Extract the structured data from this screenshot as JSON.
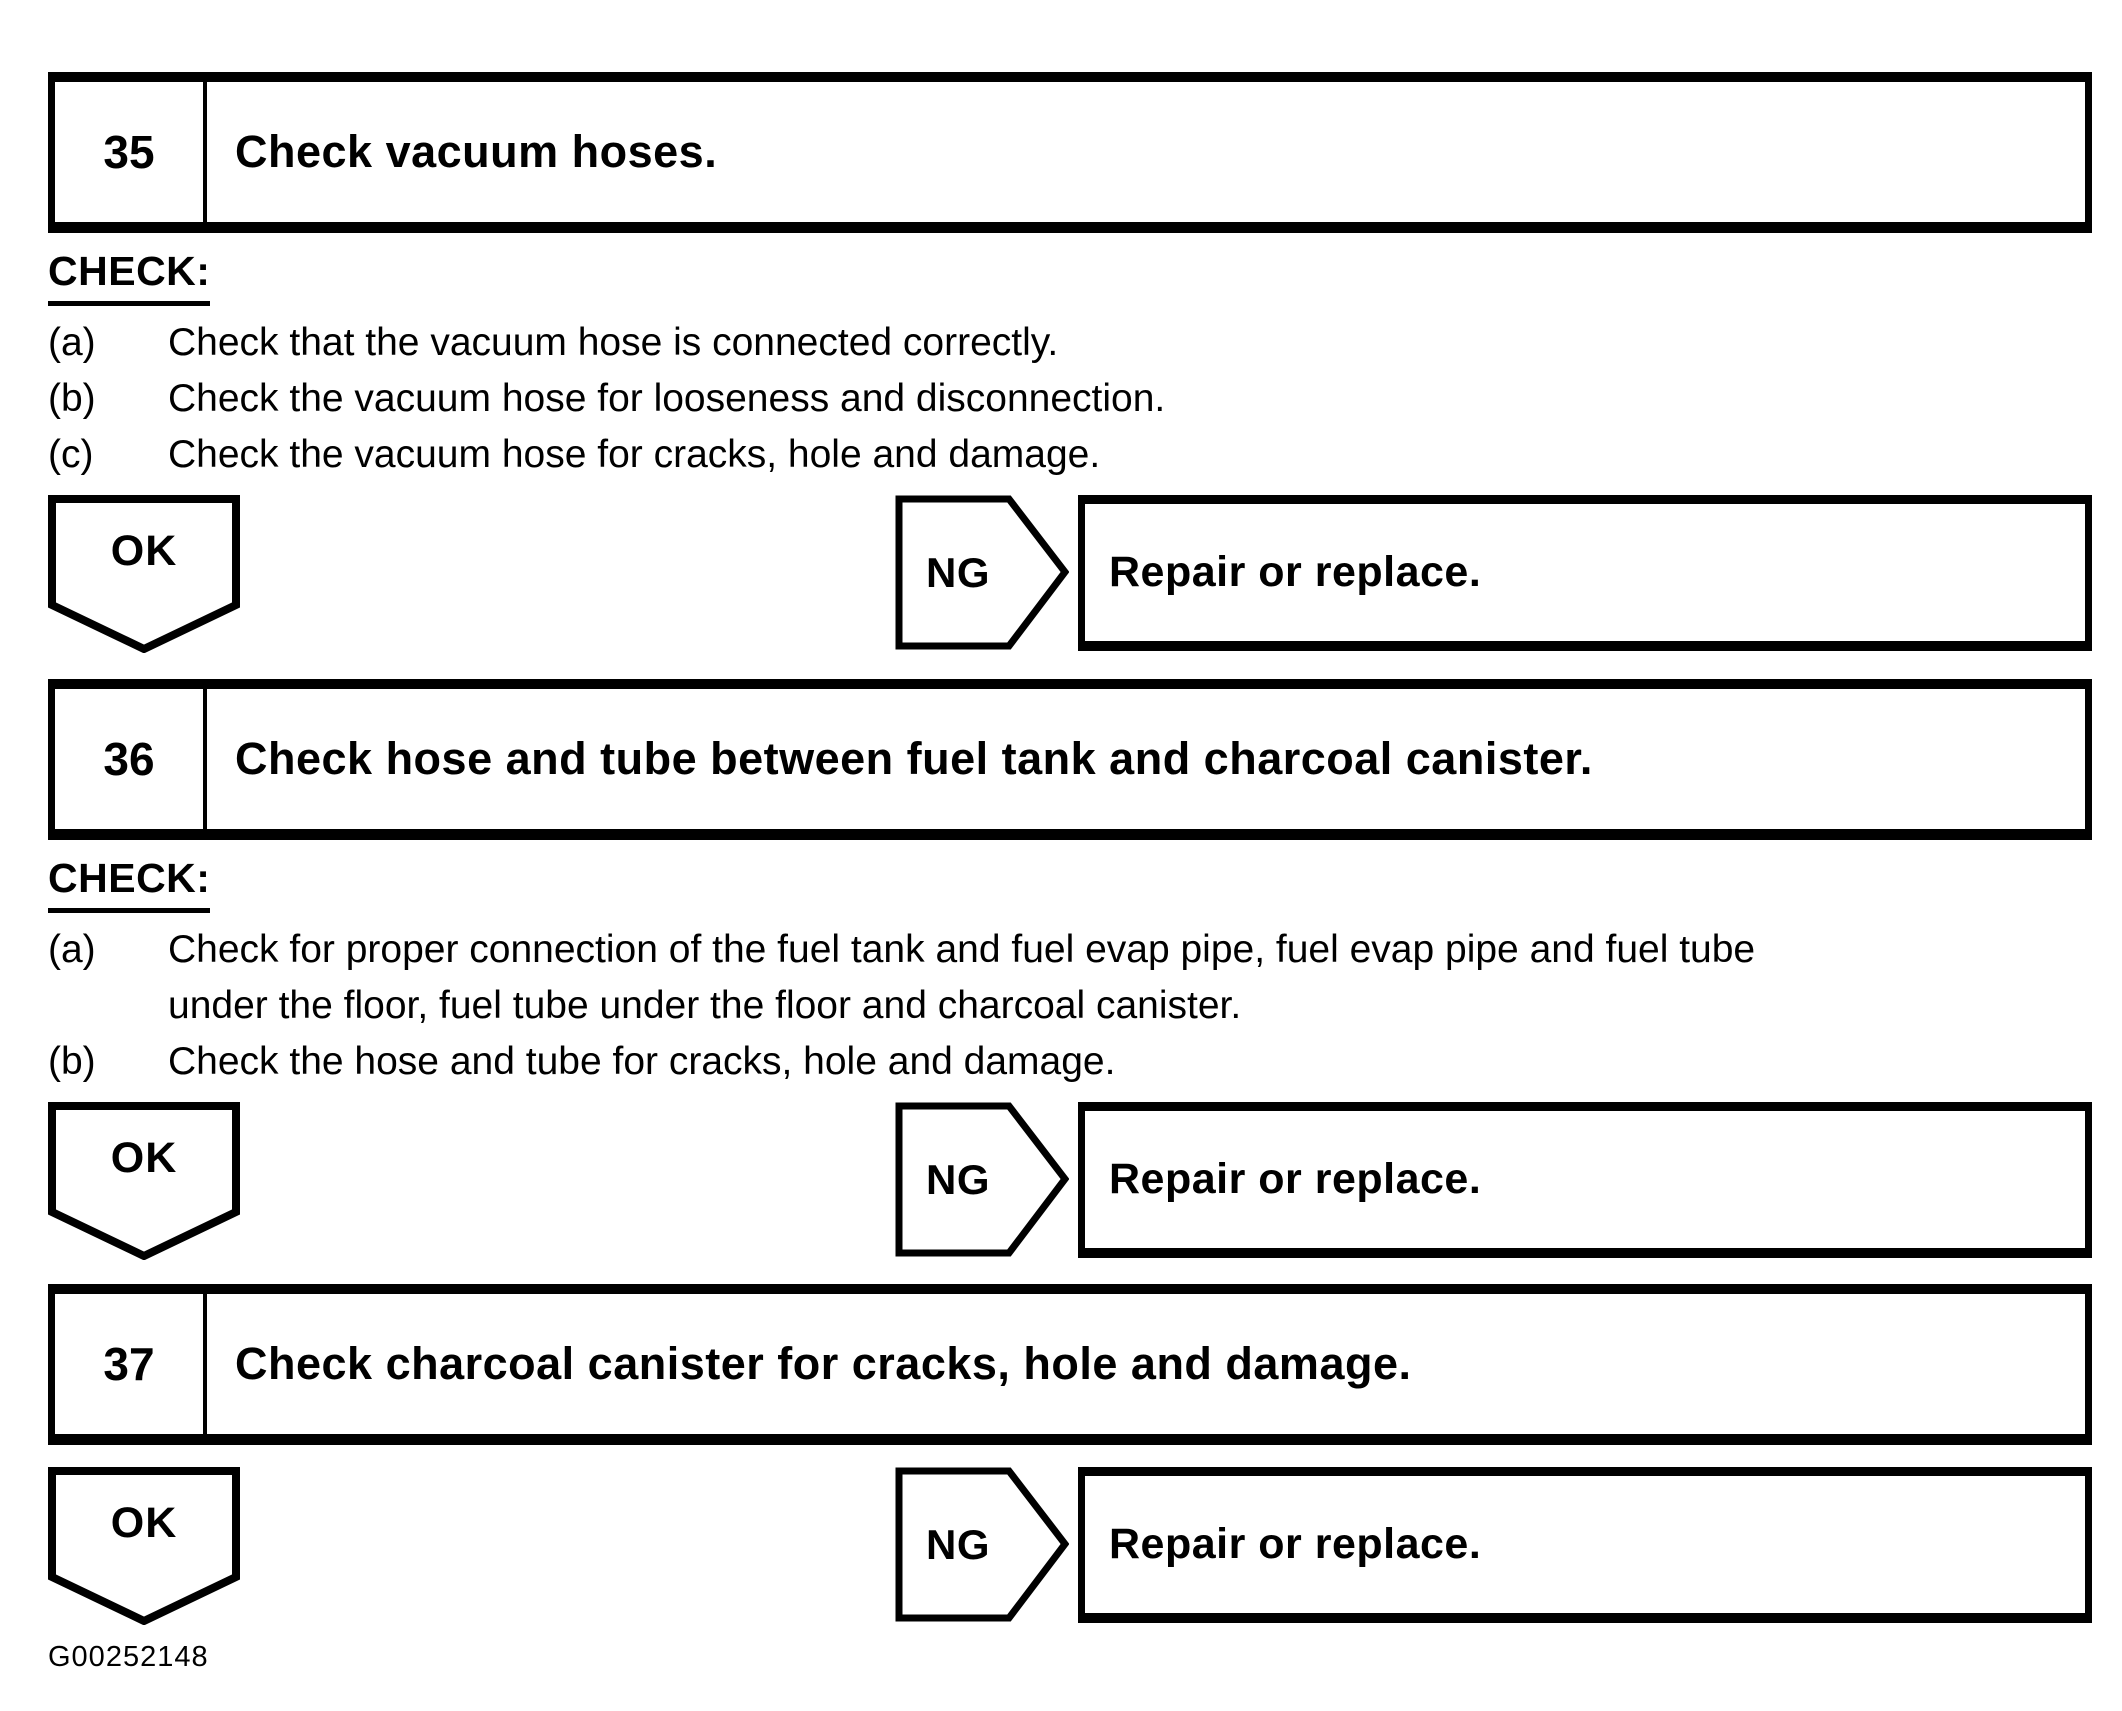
{
  "labels": {
    "check_heading": "CHECK:",
    "ok": "OK",
    "ng": "NG"
  },
  "steps": [
    {
      "number": "35",
      "title": "Check vacuum hoses.",
      "check_items": [
        {
          "label": "(a)",
          "text": "Check that the vacuum hose is connected correctly."
        },
        {
          "label": "(b)",
          "text": "Check the vacuum hose for looseness and disconnection."
        },
        {
          "label": "(c)",
          "text": "Check the vacuum hose for cracks, hole and damage."
        }
      ],
      "ng_action": "Repair or replace."
    },
    {
      "number": "36",
      "title": "Check hose and tube between fuel tank and charcoal canister.",
      "check_items": [
        {
          "label": "(a)",
          "text": "Check for proper connection of the fuel tank and fuel evap pipe, fuel evap pipe and fuel tube under the floor, fuel tube under the floor and charcoal canister."
        },
        {
          "label": "(b)",
          "text": "Check the hose and tube for cracks, hole and damage."
        }
      ],
      "ng_action": "Repair or replace."
    },
    {
      "number": "37",
      "title": "Check charcoal canister for cracks, hole and damage.",
      "check_items": [],
      "ng_action": "Repair or replace."
    }
  ],
  "footer": {
    "figure_id": "G00252148"
  }
}
